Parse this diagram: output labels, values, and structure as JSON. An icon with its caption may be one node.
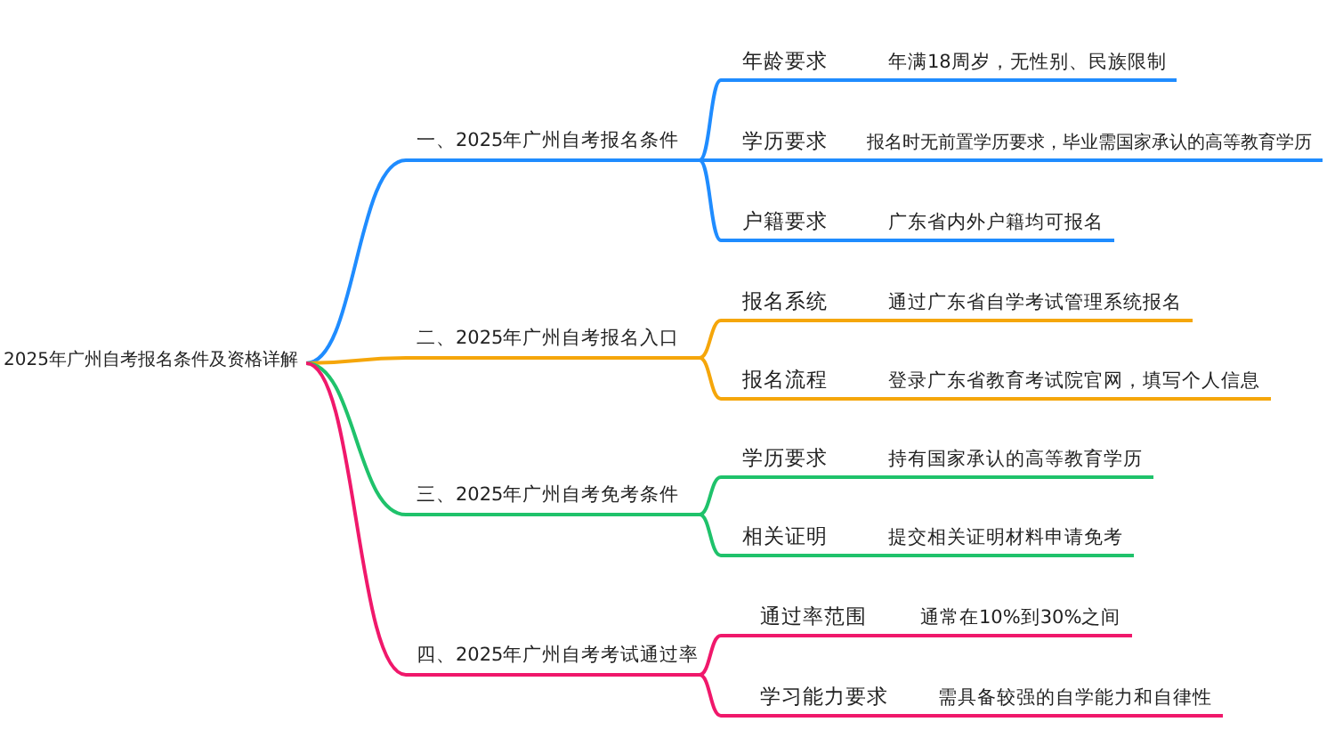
{
  "diagram": {
    "nodes": [
      {
        "text": [
          "2025年广州自考报名条件及资格详解"
        ]
      },
      {
        "text": [
          "一、2025年广州自考报名条件"
        ]
      },
      {
        "text": [
          "年龄要求",
          "年满18周岁，无性别、民族限制"
        ]
      },
      {
        "text": [
          "学历要求",
          "报名时无前置学历要求，毕业需国家承认的高等教育学历"
        ]
      },
      {
        "text": [
          "户籍要求",
          "广东省内外户籍均可报名"
        ]
      },
      {
        "text": [
          "二、2025年广州自考报名入口"
        ]
      },
      {
        "text": [
          "报名系统",
          "通过广东省自学考试管理系统报名"
        ]
      },
      {
        "text": [
          "报名流程",
          "登录广东省教育考试院官网，填写个人信息"
        ]
      },
      {
        "text": [
          "三、2025年广州自考免考条件"
        ]
      },
      {
        "text": [
          "学历要求",
          "持有国家承认的高等教育学历"
        ]
      },
      {
        "text": [
          "相关证明",
          "提交相关证明材料申请免考"
        ]
      },
      {
        "text": [
          "四、2025年广州自考考试通过率"
        ]
      },
      {
        "text": [
          "通过率范围",
          "通常在10%到30%之间"
        ]
      },
      {
        "text": [
          "学习能力要求",
          "需具备较强的自学能力和自律性"
        ]
      }
    ],
    "edges": [
      {
        "from": 0,
        "to": 1,
        "arrow": "none",
        "color": "#1f8cff"
      },
      {
        "from": 1,
        "to": 2,
        "arrow": "none",
        "color": "#1f8cff"
      },
      {
        "from": 1,
        "to": 3,
        "arrow": "none",
        "color": "#1f8cff"
      },
      {
        "from": 1,
        "to": 4,
        "arrow": "none",
        "color": "#1f8cff"
      },
      {
        "from": 0,
        "to": 5,
        "arrow": "none",
        "color": "#f5a60a"
      },
      {
        "from": 5,
        "to": 6,
        "arrow": "none",
        "color": "#f5a60a"
      },
      {
        "from": 5,
        "to": 7,
        "arrow": "none",
        "color": "#f5a60a"
      },
      {
        "from": 0,
        "to": 8,
        "arrow": "none",
        "color": "#1fc26b"
      },
      {
        "from": 8,
        "to": 9,
        "arrow": "none",
        "color": "#1fc26b"
      },
      {
        "from": 8,
        "to": 10,
        "arrow": "none",
        "color": "#1fc26b"
      },
      {
        "from": 0,
        "to": 11,
        "arrow": "none",
        "color": "#f0186b"
      },
      {
        "from": 11,
        "to": 12,
        "arrow": "none",
        "color": "#f0186b"
      },
      {
        "from": 11,
        "to": 13,
        "arrow": "none",
        "color": "#f0186b"
      }
    ]
  }
}
